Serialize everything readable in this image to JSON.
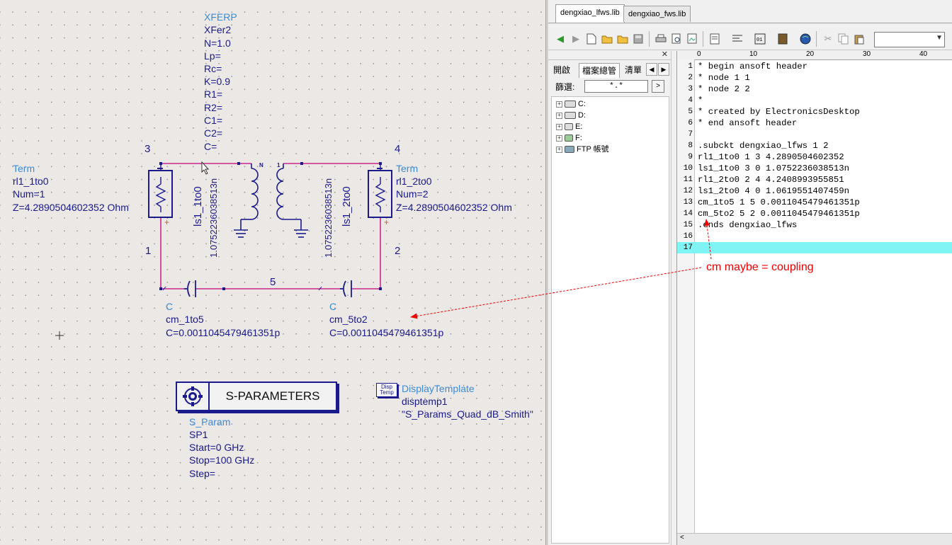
{
  "schematic": {
    "xfer": {
      "type": "XFERP",
      "name": "XFer2",
      "params": [
        "N=1.0",
        "Lp=",
        "Rc=",
        "K=0.9",
        "R1=",
        "R2=",
        "C1=",
        "C2=",
        "C="
      ]
    },
    "term1": {
      "type": "Term",
      "name": "rl1_1to0",
      "num": "Num=1",
      "z": "Z=4.2890504602352 Ohm"
    },
    "term2": {
      "type": "Term",
      "name": "rl1_2to0",
      "num": "Num=2",
      "z": "Z=4.2890504602352 Ohm"
    },
    "coil1": {
      "name": "ls1_1to0",
      "value": "1.0752236038513n"
    },
    "coil2": {
      "name": "ls1_2to0",
      "value": "1.0752236038513n"
    },
    "cap1": {
      "type": "C",
      "name": "cm_1to5",
      "value": "C=0.0011045479461351p"
    },
    "cap2": {
      "type": "C",
      "name": "cm_5to2",
      "value": "C=0.0011045479461351p"
    },
    "nodes": {
      "n1": "1",
      "n2": "2",
      "n3": "3",
      "n4": "4",
      "n5": "5"
    },
    "sparam": {
      "label": "S-PARAMETERS",
      "type": "S_Param",
      "name": "SP1",
      "start": "Start=0 GHz",
      "stop": "Stop=100 GHz",
      "step": "Step="
    },
    "disp": {
      "type": "DisplayTemplate",
      "name": "disptemp1",
      "template": "\"S_Params_Quad_dB_Smith\"",
      "icon_top": "Disp",
      "icon_bottom": "Temp"
    }
  },
  "doc_tabs": [
    "dengxiao_lfws.lib",
    "dengxiao_fws.lib"
  ],
  "toolbar": {
    "icons": [
      "back-arrow-icon",
      "forward-arrow-icon",
      "new-file-icon",
      "open-folder-icon",
      "open-folder-icon",
      "save-icon",
      "print-icon",
      "print-preview-icon",
      "image-icon",
      "text-doc-icon",
      "align-icon",
      "binary-icon",
      "book-icon",
      "globe-icon",
      "cut-icon",
      "copy-icon",
      "paste-icon"
    ]
  },
  "explorer": {
    "tabs": [
      "開啟",
      "檔案總管",
      "清單"
    ],
    "filter_label": "篩選:",
    "filter_value": "*.*",
    "tree": [
      "C:",
      "D:",
      "E:",
      "F:",
      "FTP 帳號"
    ]
  },
  "editor": {
    "ruler": [
      "0",
      "10",
      "20",
      "30",
      "40"
    ],
    "lines": [
      "* begin ansoft header",
      "* node 1 1",
      "* node 2 2",
      "*",
      "* created by ElectronicsDesktop",
      "* end ansoft header",
      "",
      ".subckt dengxiao_lfws 1 2",
      "rl1_1to0 1 3 4.2890504602352",
      "ls1_1to0 3 0 1.0752236038513n",
      "rl1_2to0 2 4 4.2408993955851",
      "ls1_2to0 4 0 1.0619551407459n",
      "cm_1to5 1 5 0.0011045479461351p",
      "cm_5to2 5 2 0.0011045479461351p",
      ".ends dengxiao_lfws",
      "",
      ""
    ],
    "line_numbers": [
      "1",
      "2",
      "3",
      "4",
      "5",
      "6",
      "7",
      "8",
      "9",
      "10",
      "11",
      "12",
      "13",
      "14",
      "15",
      "16",
      "17"
    ],
    "highlight_line": 17
  },
  "annotation": {
    "text": "cm maybe = coupling",
    "color": "#e00000"
  },
  "colors": {
    "wire": "#c8288c",
    "component": "#1a1a8c",
    "label_light": "#3a8bd8",
    "highlight": "#80f4f4"
  }
}
